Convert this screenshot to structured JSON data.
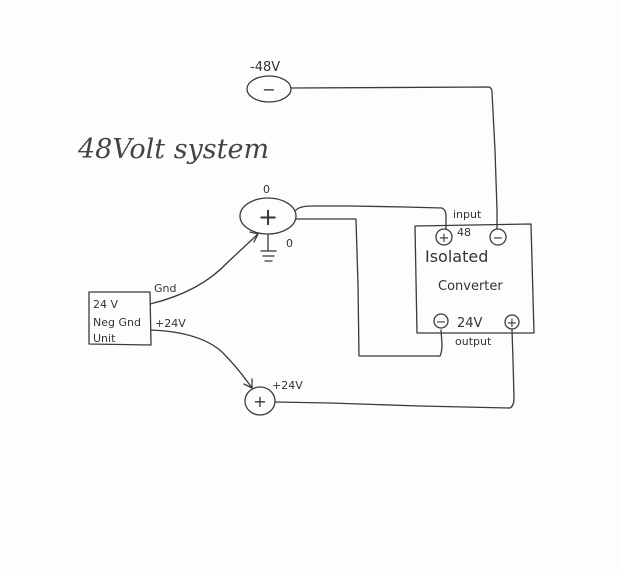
{
  "title": "48Volt system",
  "supply_48v": {
    "label": "-48V",
    "symbol": "−"
  },
  "ground_node": {
    "symbol": "+",
    "label_top": "0",
    "label_side": "0"
  },
  "supply_24v_node": {
    "label": "+24V",
    "symbol": "+"
  },
  "neg_gnd_unit": {
    "line1": "24 V",
    "line2": "Neg Gnd",
    "line3": "Unit",
    "gnd_label": "Gnd",
    "plus24_label": "+24V"
  },
  "converter": {
    "input_label": "input",
    "input_voltage": "48",
    "input_plus": "+",
    "input_minus": "−",
    "name_line1": "Isolated",
    "name_line2": "Converter",
    "output_voltage": "24V",
    "output_minus": "−",
    "output_plus": "+",
    "output_label": "output"
  }
}
